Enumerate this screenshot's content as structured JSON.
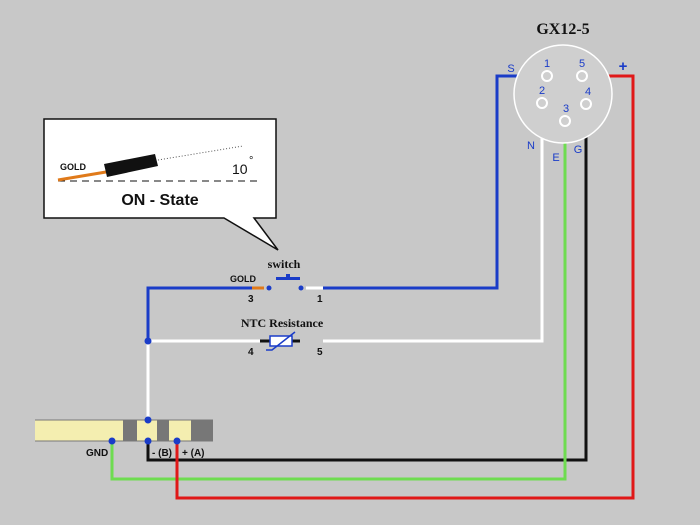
{
  "connector": {
    "title": "GX12-5",
    "pins": [
      "1",
      "2",
      "3",
      "4",
      "5"
    ],
    "labels": {
      "s": "S",
      "n": "N",
      "e": "E",
      "g": "G",
      "plus": "+"
    }
  },
  "callout": {
    "gold_label": "GOLD",
    "angle_label": "10",
    "degree_mark": "°",
    "state_label": "ON - State"
  },
  "switch": {
    "title": "switch",
    "gold_label": "GOLD",
    "pin_left": "3",
    "pin_right": "1"
  },
  "ntc": {
    "title": "NTC Resistance",
    "pin_left": "4",
    "pin_right": "5"
  },
  "plug": {
    "gnd_label": "GND",
    "b_label": "- (B)",
    "a_label": "+ (A)"
  },
  "colors": {
    "background": "#c8c8c8",
    "blue_wire": "#1a3cc8",
    "white_wire": "#ffffff",
    "green_wire": "#6edc50",
    "black_wire": "#111111",
    "red_wire": "#e01818",
    "gold": "#e07a1a",
    "plug_body": "#f4eeb0",
    "plug_ring": "#777777"
  }
}
